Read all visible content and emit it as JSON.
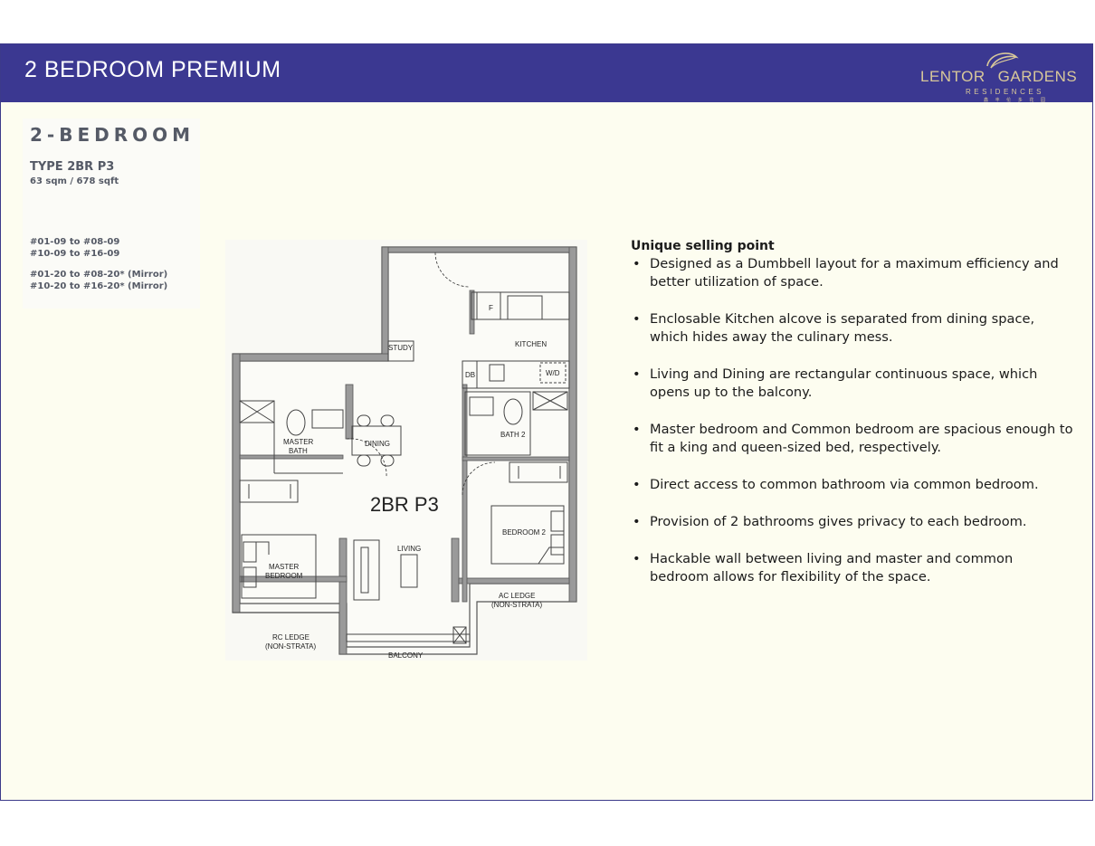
{
  "header": {
    "title": "2 BEDROOM PREMIUM",
    "logo": {
      "left": "LENTOR",
      "right": "GARDENS",
      "sub": "RESIDENCES",
      "cn": "鑫 丰 伦 多 花 园"
    }
  },
  "unit": {
    "heading": "2-BEDROOM",
    "type": "TYPE 2BR P3",
    "area": "63 sqm / 678 sqft",
    "stacks": [
      "#01-09 to #08-09",
      "#10-09 to #16-09",
      "#01-20 to #08-20* (Mirror)",
      "#10-20 to #16-20* (Mirror)"
    ]
  },
  "plan": {
    "name": "2BR P3",
    "rooms": {
      "study": "STUDY",
      "kitchen": "KITCHEN",
      "fridge": "F",
      "db": "DB",
      "wd": "W/D",
      "master_bath_1": "MASTER",
      "master_bath_2": "BATH",
      "dining": "DINING",
      "bath2": "BATH 2",
      "bedroom2": "BEDROOM 2",
      "living": "LIVING",
      "master_bed_1": "MASTER",
      "master_bed_2": "BEDROOM",
      "ac_ledge_1": "AC LEDGE",
      "ac_ledge_2": "(NON-STRATA)",
      "rc_ledge_1": "RC LEDGE",
      "rc_ledge_2": "(NON-STRATA)",
      "balcony": "BALCONY"
    }
  },
  "usp": {
    "title": "Unique selling point",
    "bullet": "•",
    "items": [
      "Designed as a Dumbbell layout for a maximum efficiency and better utilization of space.",
      "Enclosable Kitchen alcove is separated from dining space, which hides away the culinary mess.",
      "Living and Dining are rectangular continuous space, which opens up to the balcony.",
      "Master bedroom and Common bedroom are spacious enough to fit a king and queen-sized bed, respectively.",
      "Direct access to common bathroom via common bedroom.",
      "Provision of 2 bathrooms gives privacy to each bedroom.",
      "Hackable wall between living and master and common bedroom allows for flexibility of the space."
    ]
  },
  "colors": {
    "header": "#3b3891",
    "page": "#fdfdf0",
    "logo": "#d8c89a",
    "text": "#555a66"
  }
}
